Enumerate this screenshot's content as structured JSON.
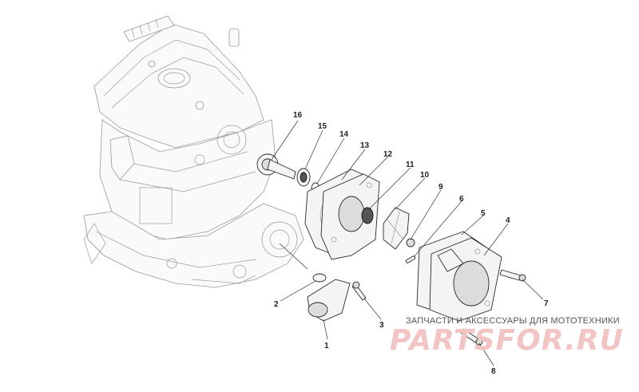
{
  "callouts": [
    {
      "id": "1",
      "label": "1"
    },
    {
      "id": "2",
      "label": "2"
    },
    {
      "id": "3",
      "label": "3"
    },
    {
      "id": "4",
      "label": "4"
    },
    {
      "id": "5",
      "label": "5"
    },
    {
      "id": "6",
      "label": "6"
    },
    {
      "id": "7",
      "label": "7"
    },
    {
      "id": "8",
      "label": "8"
    },
    {
      "id": "9",
      "label": "9"
    },
    {
      "id": "10",
      "label": "10"
    },
    {
      "id": "11",
      "label": "11"
    },
    {
      "id": "12",
      "label": "12"
    },
    {
      "id": "13",
      "label": "13"
    },
    {
      "id": "14",
      "label": "14"
    },
    {
      "id": "15",
      "label": "15"
    },
    {
      "id": "16",
      "label": "16"
    }
  ],
  "watermark": {
    "tagline": "ЗАПЧАСТИ И АКСЕССУАРЫ ДЛЯ МОТОТЕХНИКИ",
    "logo": "PARTSFOR.RU",
    "logo_color": "#f2c4c4"
  }
}
